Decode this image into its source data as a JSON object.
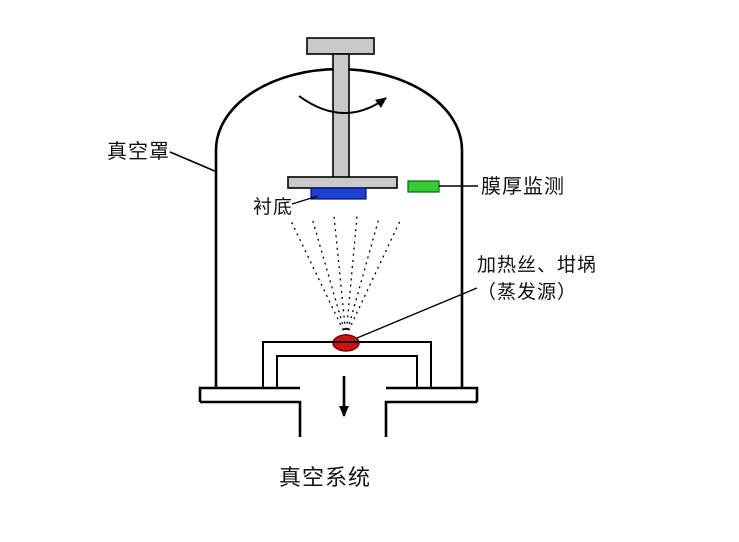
{
  "diagram": {
    "title_hint": "vacuum-evaporation-deposition-system",
    "labels": {
      "bell_jar": "真空罩",
      "substrate": "衬底",
      "thickness_monitor": "膜厚监测",
      "source_line1": "加热丝、坩埚",
      "source_line2": "（蒸发源）",
      "vacuum_system": "真空系统"
    },
    "colors": {
      "metal": "#c9c9c9",
      "substrate": "#2040cf",
      "monitor": "#35cc35",
      "source": "#cc1212",
      "source_edge": "#7a0000",
      "outline": "#000000"
    }
  }
}
